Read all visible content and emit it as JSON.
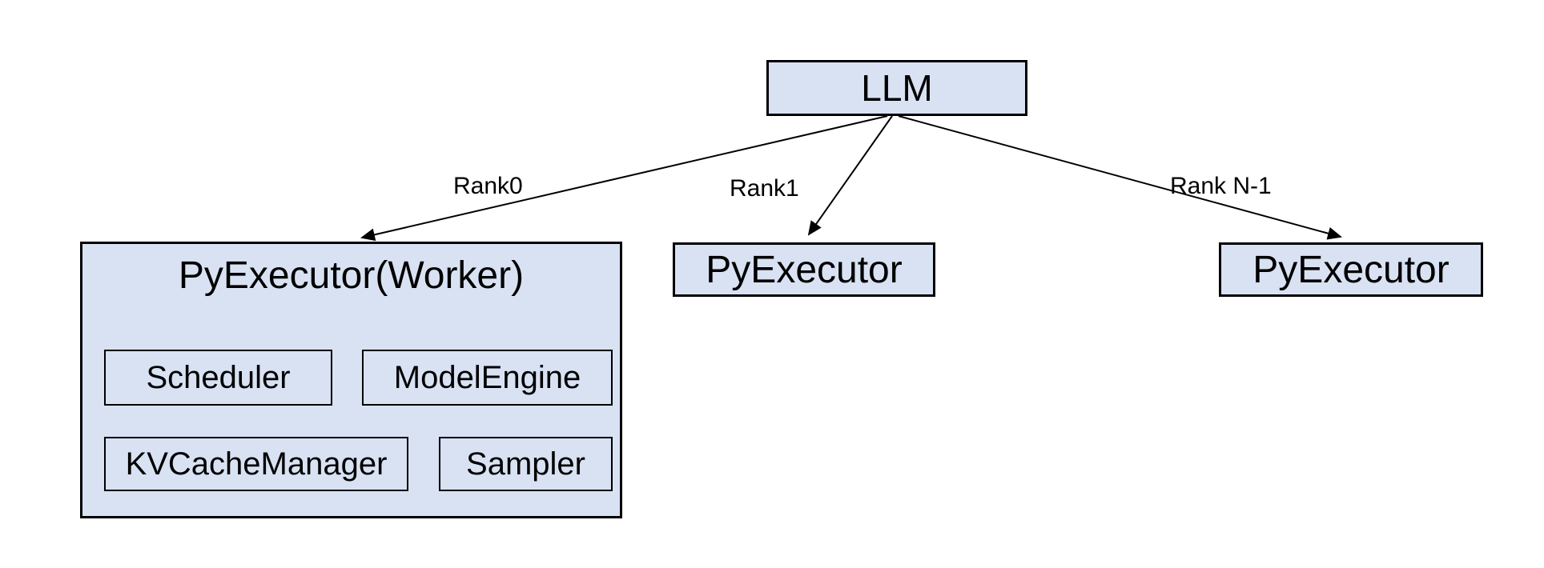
{
  "diagram": {
    "root": {
      "label": "LLM"
    },
    "edges": [
      {
        "label": "Rank0"
      },
      {
        "label": "Rank1"
      },
      {
        "label": "Rank N-1"
      }
    ],
    "workers": {
      "rank0": {
        "label": "PyExecutor(Worker)",
        "components": [
          "Scheduler",
          "ModelEngine",
          "KVCacheManager",
          "Sampler"
        ]
      },
      "rank1": {
        "label": "PyExecutor"
      },
      "rankN": {
        "label": "PyExecutor"
      }
    },
    "colors": {
      "box_fill": "#d9e2f3",
      "box_border": "#000000",
      "text": "#000000",
      "background": "#ffffff"
    }
  }
}
